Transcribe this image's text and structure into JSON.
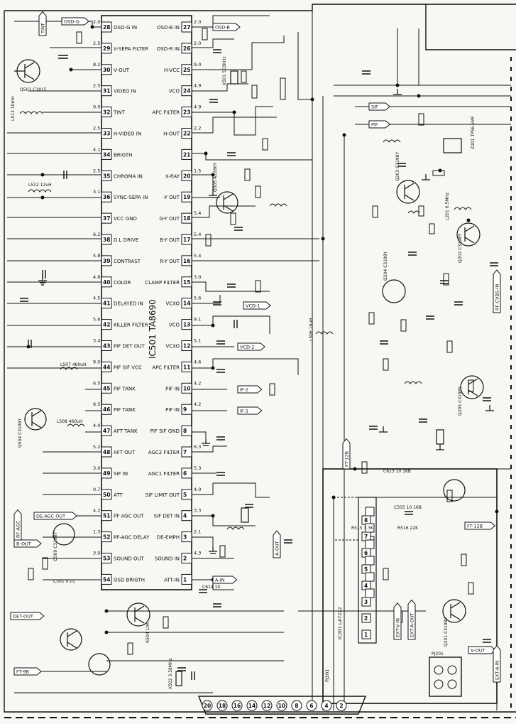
{
  "ic": {
    "left_pins": [
      {
        "no": "28",
        "name": "OSD-G IN",
        "volt": "2.0"
      },
      {
        "no": "29",
        "name": "V-SEPA FILTER",
        "volt": "2.5"
      },
      {
        "no": "30",
        "name": "V-OUT",
        "volt": "8.2"
      },
      {
        "no": "31",
        "name": "VIDEO IN",
        "volt": "2.5"
      },
      {
        "no": "32",
        "name": "TINT",
        "volt": "0.0"
      },
      {
        "no": "33",
        "name": "H-VIDEO IN",
        "volt": "2.5"
      },
      {
        "no": "34",
        "name": "BRIGTH",
        "volt": "4.1"
      },
      {
        "no": "35",
        "name": "CHROMA IN",
        "volt": "2.5"
      },
      {
        "no": "36",
        "name": "SYNC-SEPA IN",
        "volt": "3.1"
      },
      {
        "no": "37",
        "name": "VCC GND",
        "volt": ""
      },
      {
        "no": "38",
        "name": "D.L DRIVE",
        "volt": "6.2"
      },
      {
        "no": "39",
        "name": "CONTRAST",
        "volt": "5.8"
      },
      {
        "no": "40",
        "name": "COLOR",
        "volt": "4.8"
      },
      {
        "no": "41",
        "name": "DELAYED IN",
        "volt": "4.5"
      },
      {
        "no": "42",
        "name": "KILLER FILTER",
        "volt": "5.6"
      },
      {
        "no": "43",
        "name": "PIF DET OUT",
        "volt": "3.4"
      },
      {
        "no": "44",
        "name": "PIF SIF VCC",
        "volt": "9.0"
      },
      {
        "no": "45",
        "name": "PIF TANK",
        "volt": "6.5"
      },
      {
        "no": "46",
        "name": "PIF TANK",
        "volt": "6.5"
      },
      {
        "no": "47",
        "name": "AFT TANK",
        "volt": "4.0"
      },
      {
        "no": "48",
        "name": "AFT OUT",
        "volt": "5.2"
      },
      {
        "no": "49",
        "name": "SIF IN",
        "volt": "3.0"
      },
      {
        "no": "50",
        "name": "ATT",
        "volt": "0.7"
      },
      {
        "no": "51",
        "name": "PF AGC OUT",
        "volt": "4.2"
      },
      {
        "no": "52",
        "name": "PF-AGC DELAY",
        "volt": "1.3"
      },
      {
        "no": "53",
        "name": "SOUND OUT",
        "volt": "3.9"
      },
      {
        "no": "54",
        "name": "OSD BRIGTH",
        "volt": ""
      }
    ],
    "right_pins": [
      {
        "no": "27",
        "name": "OSD-B IN",
        "volt": "2.0"
      },
      {
        "no": "26",
        "name": "OSD-R IN",
        "volt": "2.0"
      },
      {
        "no": "25",
        "name": "H-VCC",
        "volt": "9.0"
      },
      {
        "no": "24",
        "name": "VCO",
        "volt": "4.9"
      },
      {
        "no": "23",
        "name": "AFC FILTER",
        "volt": "4.9"
      },
      {
        "no": "22",
        "name": "H-OUT",
        "volt": "2.2"
      },
      {
        "no": "21",
        "name": "",
        "volt": ""
      },
      {
        "no": "20",
        "name": "X-RAY",
        "volt": "1.5"
      },
      {
        "no": "19",
        "name": "-Y OUT",
        "volt": ""
      },
      {
        "no": "18",
        "name": "G-Y OUT",
        "volt": "5.4"
      },
      {
        "no": "17",
        "name": "B-Y OUT",
        "volt": "5.4"
      },
      {
        "no": "16",
        "name": "R-Y OUT",
        "volt": "5.4"
      },
      {
        "no": "15",
        "name": "CLAMP FILTER",
        "volt": "3.0"
      },
      {
        "no": "14",
        "name": "VCXO",
        "volt": "5.6"
      },
      {
        "no": "13",
        "name": "VCO",
        "volt": "9.1"
      },
      {
        "no": "12",
        "name": "VCXO",
        "volt": "5.1"
      },
      {
        "no": "11",
        "name": "APC FILTER",
        "volt": "4.6"
      },
      {
        "no": "10",
        "name": "PIF IN",
        "volt": "4.2"
      },
      {
        "no": "9",
        "name": "PIF IN",
        "volt": "4.2"
      },
      {
        "no": "8",
        "name": "PIF SIF GND",
        "volt": ""
      },
      {
        "no": "7",
        "name": "AGC2 FILTER",
        "volt": "6.3"
      },
      {
        "no": "6",
        "name": "AGC1 FILTER",
        "volt": "5.3"
      },
      {
        "no": "5",
        "name": "SIF LIMIT OUT",
        "volt": "4.0"
      },
      {
        "no": "4",
        "name": "SIF DET IN",
        "volt": "3.3"
      },
      {
        "no": "3",
        "name": "DE-EMPH",
        "volt": "2.1"
      },
      {
        "no": "2",
        "name": "SOUND IN",
        "volt": "4.3"
      },
      {
        "no": "1",
        "name": "ATT-IN",
        "volt": ""
      }
    ],
    "designator": "IC501  TA8690"
  },
  "tags": {
    "osd_g": "OSD-G",
    "osd_b": "OSD-B",
    "tint": "TINT",
    "vcd1": "VCD-1",
    "vcd2": "VCD-2",
    "if2": "IF-2",
    "if1": "IF-1",
    "sif": "SIF",
    "pif": "PIF",
    "ft": "FT-12B",
    "ft2": "FT-12B",
    "ft3": "FT-9B",
    "aout": "A-OUT",
    "ain": "A-IN",
    "de_agc": "DE-AGC OUT",
    "b_out": "B-OUT",
    "det_out": "DET-OUT",
    "vout": "V-OUT",
    "ext_ain": "EXT-A-IN",
    "ext_aout": "EXT-A-OUT",
    "ext_vin": "EXT-V-IN",
    "rf_agc": "RF-AGC",
    "rf": "RF-CVBS-IN"
  },
  "components": {
    "ic201": "IC201  LA7222",
    "pj201": "PJ201",
    "pj201b": "PJ201",
    "q501": "Q501 C1815",
    "q504": "Q504 C3198Y",
    "q505": "Q505 A1286Y",
    "q509": "Q509 C3198Y",
    "q201": "Q201 C3198Y",
    "q202": "Q202 C3198Y",
    "q203": "Q203 C3198Y",
    "q204": "Q204 C3198Y",
    "q205": "Q205 C3198Y",
    "x501": "X501 503KHz",
    "x502": "X502 3.58MHz",
    "z201": "Z201 TPS6.5MF",
    "l201": "L201 6.5MHz",
    "l507": "L507 460uH",
    "l508": "L508 460uH",
    "l512": "L512 12uH",
    "l513": "L513 10mH",
    "l506": "L506 16uH",
    "r515": "R515 3.3K",
    "r516": "R516 22K",
    "r504": "R504 10K",
    "c613": "C613 10 16B",
    "c505": "C505 10 16B",
    "c614": "C614 10",
    "c501": "C501 0.01"
  }
}
